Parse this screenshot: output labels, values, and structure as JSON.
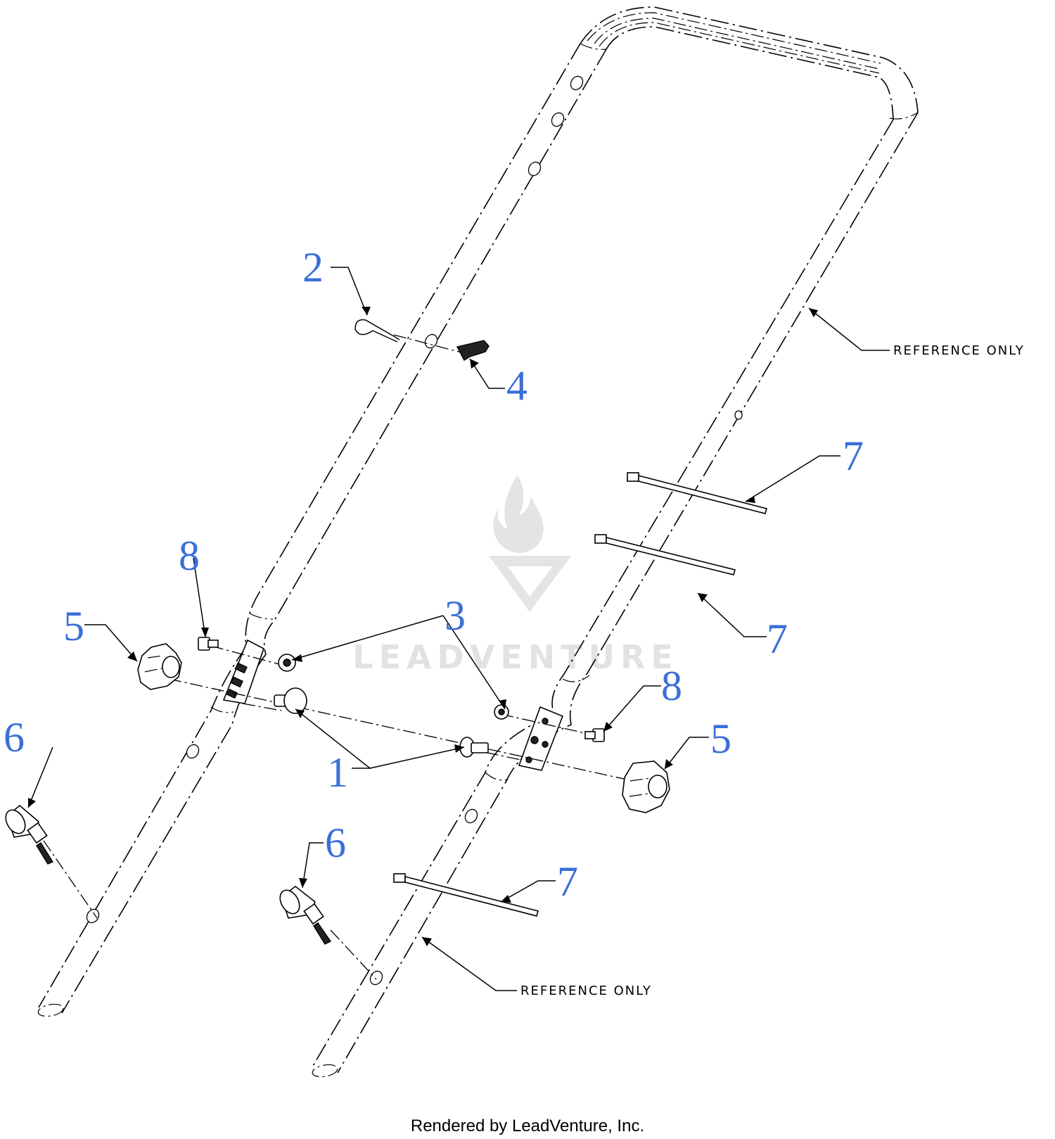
{
  "diagram": {
    "callouts": [
      {
        "id": "c2",
        "label": "2"
      },
      {
        "id": "c4",
        "label": "4"
      },
      {
        "id": "c7a",
        "label": "7"
      },
      {
        "id": "c7b",
        "label": "7"
      },
      {
        "id": "c8a",
        "label": "8"
      },
      {
        "id": "c3",
        "label": "3"
      },
      {
        "id": "c5a",
        "label": "5"
      },
      {
        "id": "c8b",
        "label": "8"
      },
      {
        "id": "c5b",
        "label": "5"
      },
      {
        "id": "c6a",
        "label": "6"
      },
      {
        "id": "c1",
        "label": "1"
      },
      {
        "id": "c6b",
        "label": "6"
      },
      {
        "id": "c7c",
        "label": "7"
      }
    ],
    "reference_labels": {
      "upper": "REFERENCE ONLY",
      "lower": "REFERENCE ONLY"
    },
    "callout_color": "#3a6fd8",
    "watermark": {
      "text": "LEADVENTURE",
      "color": "#e2e2e2"
    }
  },
  "footer": {
    "credit": "Rendered by LeadVenture, Inc."
  }
}
